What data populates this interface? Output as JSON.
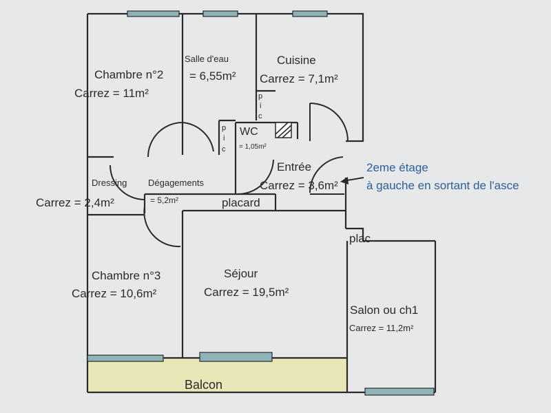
{
  "rooms": {
    "chambre2": {
      "name": "Chambre n°2",
      "area": "Carrez = 11m²"
    },
    "salle_eau": {
      "name": "Salle d'eau",
      "area": "= 6,55m²"
    },
    "cuisine": {
      "name": "Cuisine",
      "area": "Carrez = 7,1m²"
    },
    "wc": {
      "name": "WC",
      "area": "= 1,05m²"
    },
    "entree": {
      "name": "Entrée",
      "area": "Carrez = 3,6m²"
    },
    "dressing": {
      "name": "Dressing",
      "area": "Carrez = 2,4m²"
    },
    "degagements": {
      "name": "Dégagements",
      "area": "= 5,2m²"
    },
    "chambre3": {
      "name": "Chambre n°3",
      "area": "Carrez = 10,6m²"
    },
    "sejour": {
      "name": "Séjour",
      "area": "Carrez = 19,5m²"
    },
    "salon": {
      "name": "Salon ou ch1",
      "area": "Carrez = 11,2m²"
    },
    "balcon": {
      "name": "Balcon"
    }
  },
  "storage": {
    "placard": "placard",
    "plac": "plac",
    "pic1": [
      "p",
      "i",
      "c"
    ],
    "pic2": [
      "p",
      "i",
      "c"
    ]
  },
  "annotation": {
    "line1": "2eme étage",
    "line2": "à gauche en sortant de l'asce"
  },
  "colors": {
    "background": "#e6e8ea",
    "wall": "#2a2a2a",
    "window": "#8fb4b8",
    "balcony": "#e9e6b8",
    "annotation": "#2f5f98"
  }
}
